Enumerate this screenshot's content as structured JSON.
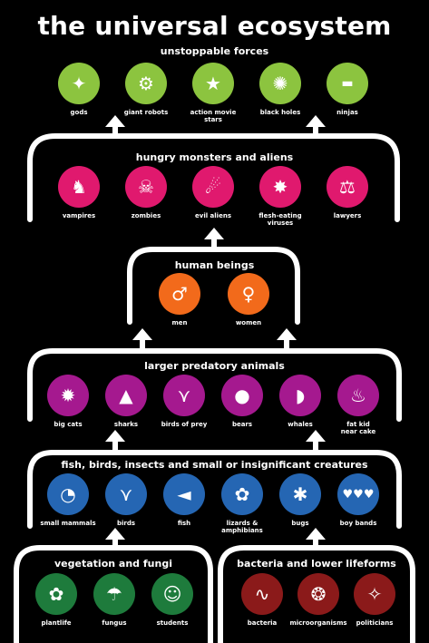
{
  "title": "the universal ecosystem",
  "colors": {
    "lime": "#8cc43f",
    "magenta": "#e0196e",
    "orange": "#f26a1b",
    "purple": "#a5198f",
    "blue": "#2566b3",
    "green": "#1e7b3c",
    "maroon": "#8b1a1a",
    "line": "#ffffff"
  },
  "tiers": {
    "forces": {
      "label": "unstoppable forces",
      "items": [
        {
          "label": "gods",
          "icon": "figure-icon"
        },
        {
          "label": "giant robots",
          "icon": "robot-icon"
        },
        {
          "label": "action movie stars",
          "icon": "action-star-icon"
        },
        {
          "label": "black holes",
          "icon": "black-hole-icon"
        },
        {
          "label": "ninjas",
          "icon": "ninja-icon"
        }
      ]
    },
    "monsters": {
      "label": "hungry monsters and aliens",
      "items": [
        {
          "label": "vampires",
          "icon": "vampire-icon"
        },
        {
          "label": "zombies",
          "icon": "zombie-icon"
        },
        {
          "label": "evil aliens",
          "icon": "alien-icon"
        },
        {
          "label": "flesh-eating viruses",
          "icon": "virus-icon"
        },
        {
          "label": "lawyers",
          "icon": "lawyer-icon"
        }
      ]
    },
    "humans": {
      "label": "human beings",
      "items": [
        {
          "label": "men",
          "icon": "man-icon"
        },
        {
          "label": "women",
          "icon": "woman-icon"
        }
      ]
    },
    "predators": {
      "label": "larger predatory animals",
      "items": [
        {
          "label": "big cats",
          "icon": "lion-icon"
        },
        {
          "label": "sharks",
          "icon": "shark-icon"
        },
        {
          "label": "birds of prey",
          "icon": "eagle-icon"
        },
        {
          "label": "bears",
          "icon": "bear-icon"
        },
        {
          "label": "whales",
          "icon": "whale-icon"
        },
        {
          "label": "fat kid\nnear cake",
          "icon": "cake-icon"
        }
      ]
    },
    "small": {
      "label": "fish, birds, insects and small or insignificant creatures",
      "items": [
        {
          "label": "small mammals",
          "icon": "mouse-icon"
        },
        {
          "label": "birds",
          "icon": "bird-icon"
        },
        {
          "label": "fish",
          "icon": "fish-icon"
        },
        {
          "label": "lizards &\namphibians",
          "icon": "frog-icon"
        },
        {
          "label": "bugs",
          "icon": "spider-icon"
        },
        {
          "label": "boy bands",
          "icon": "boy-band-icon"
        }
      ]
    },
    "vegetation": {
      "label": "vegetation and fungi",
      "items": [
        {
          "label": "plantlife",
          "icon": "flower-icon"
        },
        {
          "label": "fungus",
          "icon": "mushroom-icon"
        },
        {
          "label": "students",
          "icon": "student-icon"
        }
      ]
    },
    "bacteria": {
      "label": "bacteria and lower lifeforms",
      "items": [
        {
          "label": "bacteria",
          "icon": "bacteria-icon"
        },
        {
          "label": "microorganisms",
          "icon": "microorganism-icon"
        },
        {
          "label": "politicians",
          "icon": "politician-icon"
        }
      ]
    }
  }
}
